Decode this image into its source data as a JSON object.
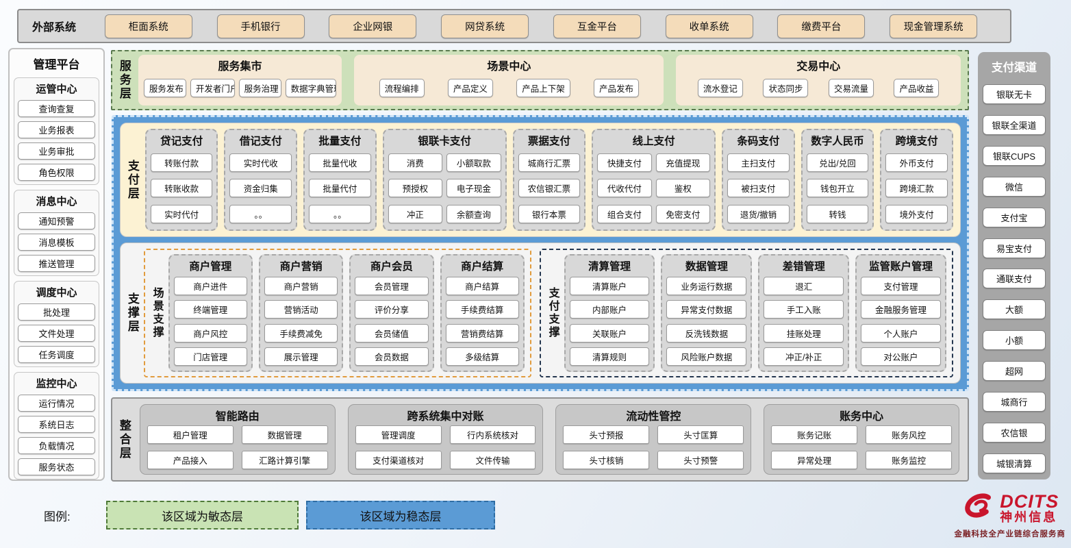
{
  "external_systems": {
    "label": "外部系统",
    "items": [
      "柜面系统",
      "手机银行",
      "企业网银",
      "网贷系统",
      "互金平台",
      "收单系统",
      "缴费平台",
      "现金管理系统"
    ]
  },
  "management_platform": {
    "title": "管理平台",
    "groups": [
      {
        "title": "运管中心",
        "items": [
          "查询查复",
          "业务报表",
          "业务审批",
          "角色权限"
        ]
      },
      {
        "title": "消息中心",
        "items": [
          "通知预警",
          "消息模板",
          "推送管理"
        ]
      },
      {
        "title": "调度中心",
        "items": [
          "批处理",
          "文件处理",
          "任务调度"
        ]
      },
      {
        "title": "监控中心",
        "items": [
          "运行情况",
          "系统日志",
          "负载情况",
          "服务状态"
        ]
      }
    ]
  },
  "service_layer": {
    "label": "服务层",
    "panels": [
      {
        "title": "服务集市",
        "items": [
          "服务发布",
          "开发者门户",
          "服务治理",
          "数据字典管理"
        ]
      },
      {
        "title": "场景中心",
        "items": [
          "流程编排",
          "产品定义",
          "产品上下架",
          "产品发布"
        ]
      },
      {
        "title": "交易中心",
        "items": [
          "流水登记",
          "状态同步",
          "交易流量",
          "产品收益"
        ]
      }
    ]
  },
  "payment_layer": {
    "label": "支付层",
    "columns": [
      {
        "title": "贷记支付",
        "items": [
          "转账付款",
          "转账收款",
          "实时代付"
        ]
      },
      {
        "title": "借记支付",
        "items": [
          "实时代收",
          "资金归集",
          "。。"
        ]
      },
      {
        "title": "批量支付",
        "items": [
          "批量代收",
          "批量代付",
          "。。"
        ]
      },
      {
        "title": "银联卡支付",
        "items": [
          "消费",
          "小额取款",
          "预授权",
          "电子现金",
          "冲正",
          "余额查询"
        ]
      },
      {
        "title": "票据支付",
        "items": [
          "城商行汇票",
          "农信银汇票",
          "银行本票"
        ]
      },
      {
        "title": "线上支付",
        "items": [
          "快捷支付",
          "充值提现",
          "代收代付",
          "鉴权",
          "组合支付",
          "免密支付"
        ]
      },
      {
        "title": "条码支付",
        "items": [
          "主扫支付",
          "被扫支付",
          "退货/撤销"
        ]
      },
      {
        "title": "数字人民币",
        "items": [
          "兑出/兑回",
          "钱包开立",
          "转钱"
        ]
      },
      {
        "title": "跨境支付",
        "items": [
          "外币支付",
          "跨境汇款",
          "境外支付"
        ]
      }
    ]
  },
  "support_layer": {
    "label": "支撑层",
    "groups": [
      {
        "label": "场景支撑",
        "columns": [
          {
            "title": "商户管理",
            "items": [
              "商户进件",
              "终端管理",
              "商户风控",
              "门店管理"
            ]
          },
          {
            "title": "商户营销",
            "items": [
              "商户营销",
              "营销活动",
              "手续费减免",
              "展示管理"
            ]
          },
          {
            "title": "商户会员",
            "items": [
              "会员管理",
              "评价分享",
              "会员储值",
              "会员数据"
            ]
          },
          {
            "title": "商户结算",
            "items": [
              "商户结算",
              "手续费结算",
              "营销费结算",
              "多级结算"
            ]
          }
        ]
      },
      {
        "label": "支付支撑",
        "columns": [
          {
            "title": "清算管理",
            "items": [
              "清算账户",
              "内部账户",
              "关联账户",
              "清算规则"
            ]
          },
          {
            "title": "数据管理",
            "items": [
              "业务运行数据",
              "异常支付数据",
              "反洗钱数据",
              "风险账户数据"
            ]
          },
          {
            "title": "差错管理",
            "items": [
              "退汇",
              "手工入账",
              "挂账处理",
              "冲正/补正"
            ]
          },
          {
            "title": "监管账户管理",
            "items": [
              "支付管理",
              "金融服务管理",
              "个人账户",
              "对公账户"
            ]
          }
        ]
      }
    ]
  },
  "integration_layer": {
    "label": "整合层",
    "panels": [
      {
        "title": "智能路由",
        "items": [
          "租户管理",
          "数据管理",
          "产品接入",
          "汇路计算引擎"
        ]
      },
      {
        "title": "跨系统集中对账",
        "items": [
          "管理调度",
          "行内系统核对",
          "支付渠道核对",
          "文件传输"
        ]
      },
      {
        "title": "流动性管控",
        "items": [
          "头寸预报",
          "头寸匡算",
          "头寸核销",
          "头寸预警"
        ]
      },
      {
        "title": "账务中心",
        "items": [
          "账务记账",
          "账务风控",
          "异常处理",
          "账务监控"
        ]
      }
    ]
  },
  "payment_channels": {
    "title": "支付渠道",
    "items": [
      "银联无卡",
      "银联全渠道",
      "银联CUPS",
      "微信",
      "支付宝",
      "易宝支付",
      "通联支付",
      "大额",
      "小额",
      "超网",
      "城商行",
      "农信银",
      "城银清算"
    ]
  },
  "legend": {
    "label": "图例:",
    "agile": "该区域为敏态层",
    "stable": "该区域为稳态层"
  },
  "logo": {
    "brand": "DCITS",
    "company": "神州信息",
    "tagline": "金融科技全产业链综合服务商"
  },
  "colors": {
    "stable_blue": "#5b9bd5",
    "agile_green": "#cde0ba",
    "box_tan": "#f4dcba",
    "panel_gray": "#d8d8d8",
    "brand_red": "#c9152c"
  }
}
